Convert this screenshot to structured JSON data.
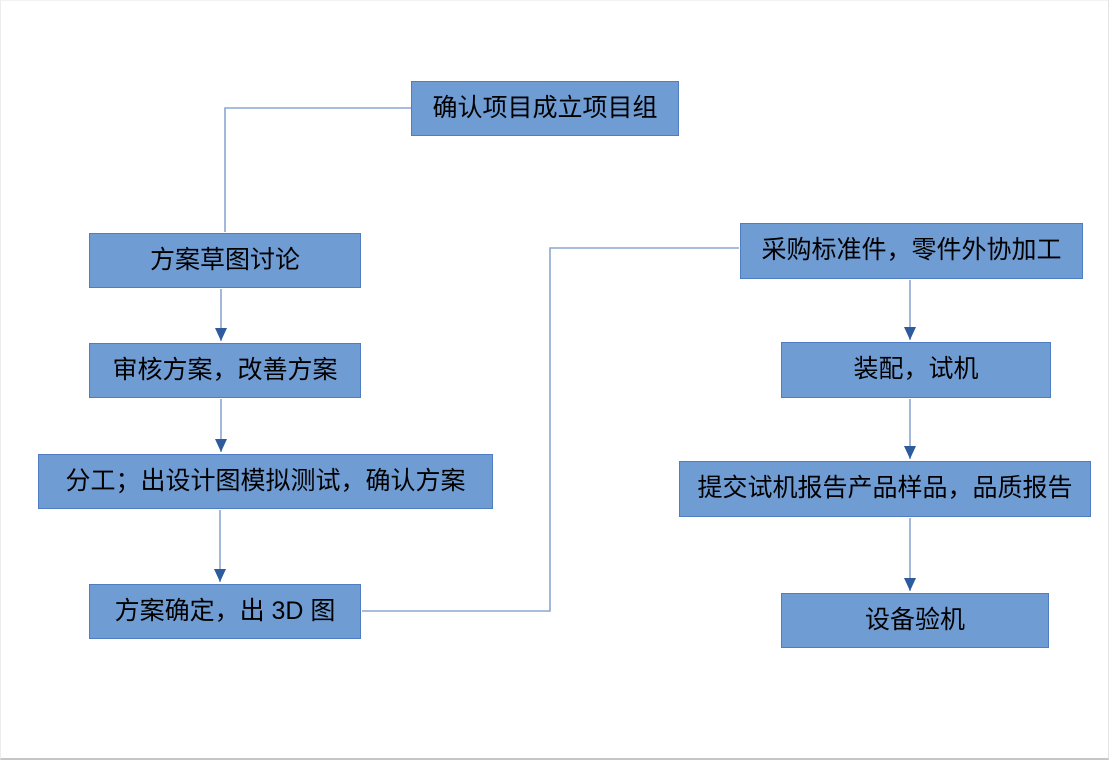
{
  "colors": {
    "node_fill": "#6F9CD3",
    "node_border": "#4E7EC1",
    "connector": "#8CA6D2",
    "arrowhead": "#2E5B9D",
    "text": "#000000",
    "page_background": "#ffffff",
    "page_bottom_edge": "#c6c6c6"
  },
  "diagram": {
    "type": "flowchart",
    "nodes": [
      {
        "id": "confirm-project",
        "label": "确认项目成立项目组"
      },
      {
        "id": "sketch-discussion",
        "label": "方案草图讨论"
      },
      {
        "id": "review-improve",
        "label": "审核方案，改善方案"
      },
      {
        "id": "division-design-test",
        "label": "分工；出设计图模拟测试，确认方案"
      },
      {
        "id": "finalize-3d-drawing",
        "label": "方案确定，出 3D 图"
      },
      {
        "id": "procurement-outsourcing",
        "label": "采购标准件，零件外协加工"
      },
      {
        "id": "assembly-trial-run",
        "label": "装配，试机"
      },
      {
        "id": "submit-reports-samples",
        "label": "提交试机报告产品样品，品质报告"
      },
      {
        "id": "equipment-acceptance",
        "label": "设备验机"
      }
    ],
    "edges": [
      {
        "from": "confirm-project",
        "to": "sketch-discussion",
        "arrow": false
      },
      {
        "from": "sketch-discussion",
        "to": "review-improve",
        "arrow": true
      },
      {
        "from": "review-improve",
        "to": "division-design-test",
        "arrow": true
      },
      {
        "from": "division-design-test",
        "to": "finalize-3d-drawing",
        "arrow": true
      },
      {
        "from": "finalize-3d-drawing",
        "to": "procurement-outsourcing",
        "arrow": false
      },
      {
        "from": "procurement-outsourcing",
        "to": "assembly-trial-run",
        "arrow": true
      },
      {
        "from": "assembly-trial-run",
        "to": "submit-reports-samples",
        "arrow": true
      },
      {
        "from": "submit-reports-samples",
        "to": "equipment-acceptance",
        "arrow": true
      }
    ]
  }
}
